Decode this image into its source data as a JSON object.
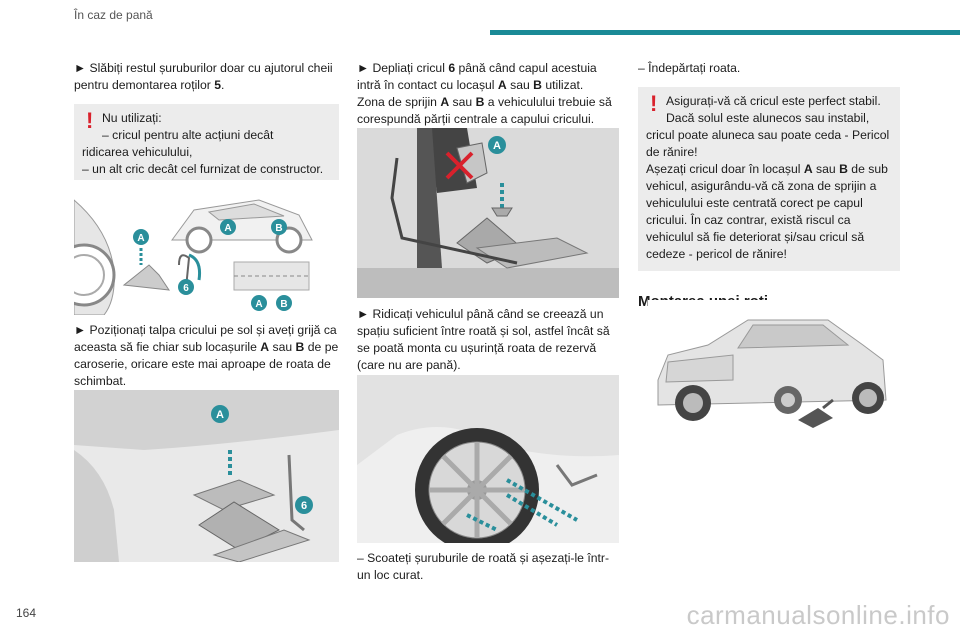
{
  "header": {
    "section": "În caz de pană"
  },
  "page_number": "164",
  "watermark": "carmanualsonline.info",
  "col1": {
    "p1_a": "► Slăbiți restul șuruburilor doar cu ajutorul cheii pentru demontarea roților ",
    "p1_b": "5",
    "p1_c": ".",
    "warn_l1": "Nu utilizați:",
    "warn_l2": "– cricul pentru alte acțiuni decât",
    "warn_l3": "ridicarea vehiculului,",
    "warn_l4": "– un alt cric decât cel furnizat de constructor.",
    "p2_a": "► Poziționați talpa cricului pe sol și aveți grijă ca aceasta să fie chiar sub locașurile ",
    "p2_A": "A",
    "p2_sau": " sau ",
    "p2_B": "B",
    "p2_c": " de pe caroserie, oricare este mai aproape de roata de schimbat."
  },
  "col2": {
    "p1_a": "► Depliați cricul ",
    "p1_6": "6",
    "p1_b": " până când capul acestuia intră în contact cu locașul ",
    "p1_A": "A",
    "p1_sau": " sau ",
    "p1_B": "B",
    "p1_c": " utilizat.",
    "p1_d": "Zona de sprijin ",
    "p1_dA": "A",
    "p1_dsau": " sau ",
    "p1_dB": "B",
    "p1_e": " a vehiculului trebuie să corespundă părții centrale a capului cricului.",
    "p2": "► Ridicați vehiculul până când se creează un spațiu suficient între roată și sol, astfel încât să se poată monta cu ușurință roata de rezervă (care nu are pană).",
    "p3": "– Scoateți șuruburile de roată și așezați-le într-un loc curat."
  },
  "col3": {
    "p1": "– Îndepărtați roata.",
    "warn_l1": "Asigurați-vă că cricul este perfect stabil.",
    "warn_l2": "Dacă solul este alunecos sau instabil,",
    "warn_l3": "cricul poate aluneca sau poate ceda - Pericol de rănire!",
    "warn_l4_a": "Așezați cricul doar în locașul ",
    "warn_l4_A": "A",
    "warn_l4_sau": " sau ",
    "warn_l4_B": "B",
    "warn_l4_b": " de sub vehicul, asigurându-vă că zona de sprijin a vehiculului este centrată corect pe capul cricului. În caz contrar, există riscul ca vehiculul să fie deteriorat și/sau cricul să cedeze - pericol de rănire!",
    "heading": "Montarea unei roți"
  },
  "labels": {
    "A": "A",
    "B": "B",
    "six": "6"
  },
  "colors": {
    "accent": "#1a8a96",
    "warning": "#d9212c",
    "box": "#ececec"
  }
}
